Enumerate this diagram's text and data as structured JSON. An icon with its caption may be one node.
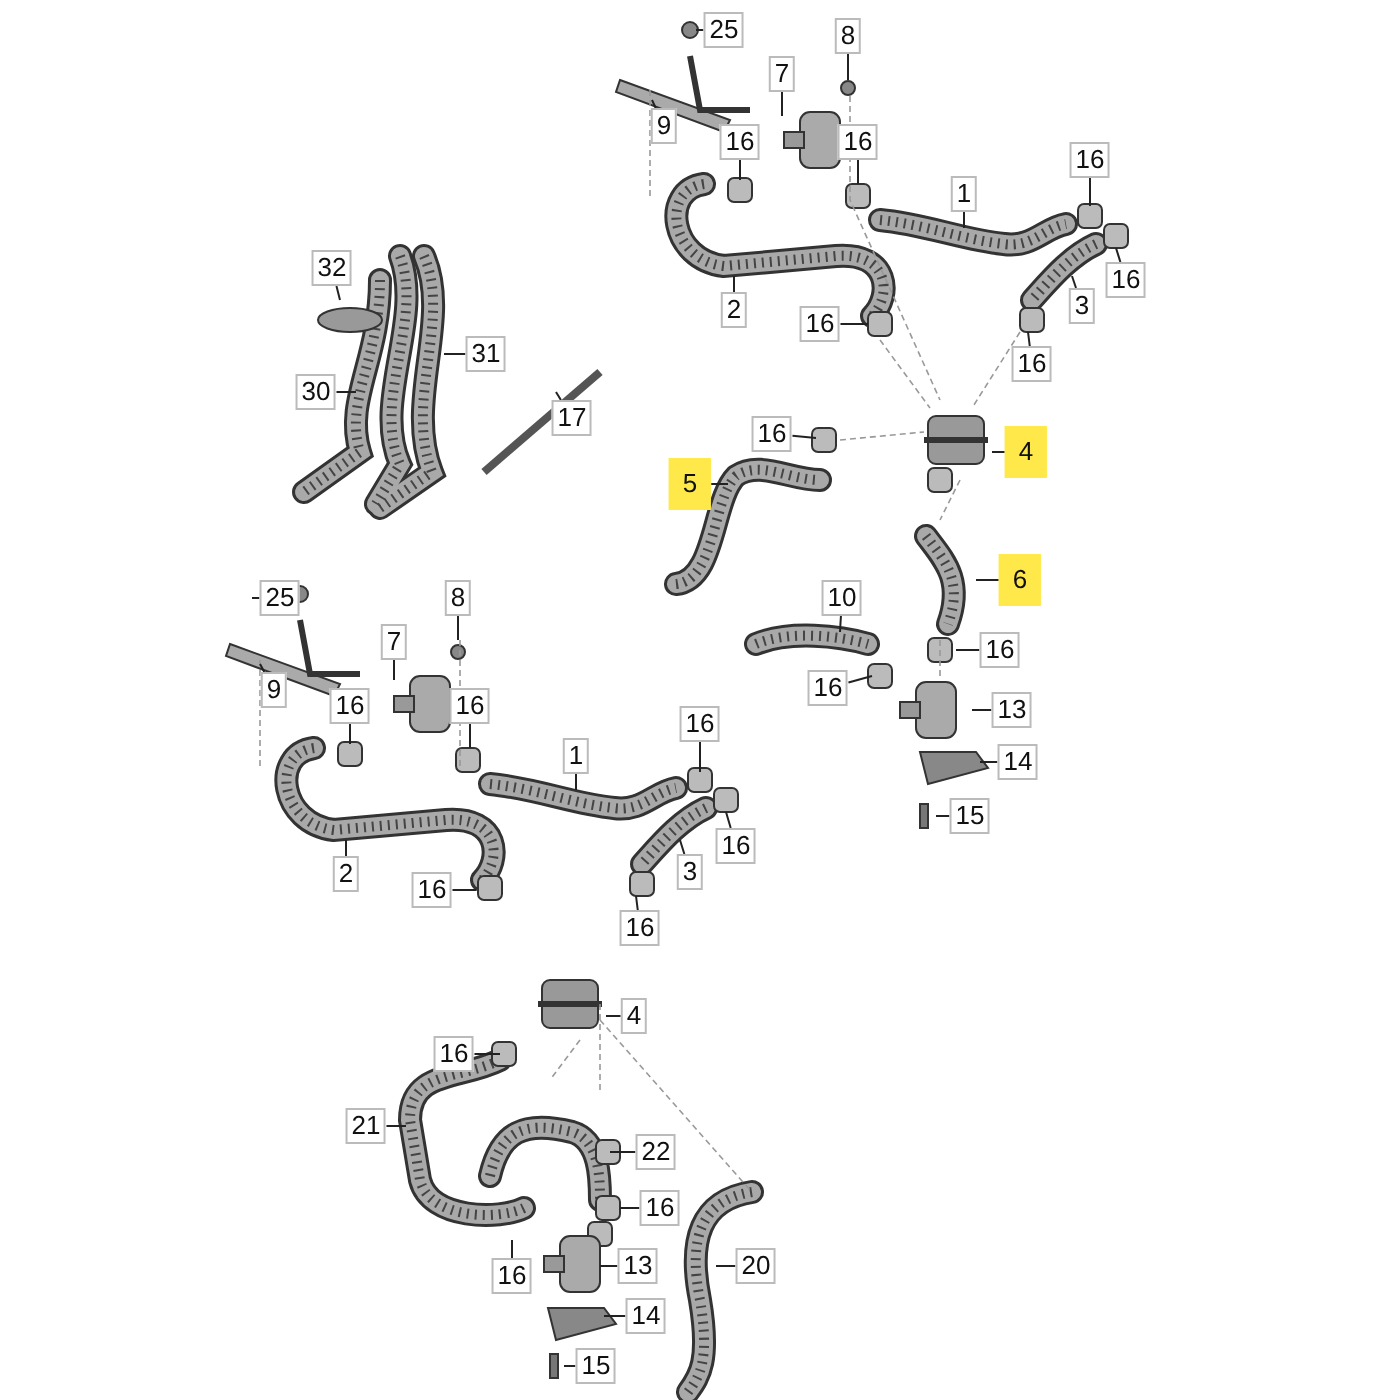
{
  "diagram": {
    "nodes": [
      {
        "text": [
          "25"
        ]
      },
      {
        "text": [
          "8"
        ]
      },
      {
        "text": [
          "7"
        ]
      },
      {
        "text": [
          "9"
        ]
      },
      {
        "text": [
          "16"
        ]
      },
      {
        "text": [
          "16"
        ]
      },
      {
        "text": [
          "1"
        ]
      },
      {
        "text": [
          "16"
        ]
      },
      {
        "text": [
          "2"
        ]
      },
      {
        "text": [
          "3"
        ]
      },
      {
        "text": [
          "16"
        ]
      },
      {
        "text": [
          "16"
        ]
      },
      {
        "text": [
          "16"
        ]
      },
      {
        "text": [
          "32"
        ]
      },
      {
        "text": [
          "31"
        ]
      },
      {
        "text": [
          "30"
        ]
      },
      {
        "text": [
          "17"
        ]
      },
      {
        "text": [
          "16"
        ]
      },
      {
        "text": [
          "4"
        ]
      },
      {
        "text": [
          "5"
        ]
      },
      {
        "text": [
          "6"
        ]
      },
      {
        "text": [
          "10"
        ]
      },
      {
        "text": [
          "16"
        ]
      },
      {
        "text": [
          "16"
        ]
      },
      {
        "text": [
          "13"
        ]
      },
      {
        "text": [
          "14"
        ]
      },
      {
        "text": [
          "15"
        ]
      },
      {
        "text": [
          "25"
        ]
      },
      {
        "text": [
          "8"
        ]
      },
      {
        "text": [
          "7"
        ]
      },
      {
        "text": [
          "9"
        ]
      },
      {
        "text": [
          "16"
        ]
      },
      {
        "text": [
          "16"
        ]
      },
      {
        "text": [
          "1"
        ]
      },
      {
        "text": [
          "16"
        ]
      },
      {
        "text": [
          "2"
        ]
      },
      {
        "text": [
          "3"
        ]
      },
      {
        "text": [
          "16"
        ]
      },
      {
        "text": [
          "16"
        ]
      },
      {
        "text": [
          "16"
        ]
      },
      {
        "text": [
          "4"
        ]
      },
      {
        "text": [
          "16"
        ]
      },
      {
        "text": [
          "21"
        ]
      },
      {
        "text": [
          "22"
        ]
      },
      {
        "text": [
          "16"
        ]
      },
      {
        "text": [
          "20"
        ]
      },
      {
        "text": [
          "13"
        ]
      },
      {
        "text": [
          "16"
        ]
      },
      {
        "text": [
          "14"
        ]
      },
      {
        "text": [
          "15"
        ]
      }
    ],
    "edges": [
      {
        "from": 0,
        "to": null,
        "arrow": "none"
      },
      {
        "from": 1,
        "to": null,
        "arrow": "none"
      },
      {
        "from": 2,
        "to": null,
        "arrow": "none"
      },
      {
        "from": 3,
        "to": null,
        "arrow": "none"
      },
      {
        "from": 4,
        "to": null,
        "arrow": "none"
      },
      {
        "from": 5,
        "to": null,
        "arrow": "none"
      },
      {
        "from": 6,
        "to": null,
        "arrow": "none"
      },
      {
        "from": 7,
        "to": null,
        "arrow": "none"
      },
      {
        "from": 8,
        "to": null,
        "arrow": "none"
      },
      {
        "from": 9,
        "to": null,
        "arrow": "none"
      },
      {
        "from": 10,
        "to": null,
        "arrow": "none"
      },
      {
        "from": 11,
        "to": null,
        "arrow": "none"
      },
      {
        "from": 12,
        "to": null,
        "arrow": "none"
      },
      {
        "from": 13,
        "to": null,
        "arrow": "none"
      },
      {
        "from": 14,
        "to": null,
        "arrow": "none"
      },
      {
        "from": 15,
        "to": null,
        "arrow": "none"
      },
      {
        "from": 16,
        "to": null,
        "arrow": "none"
      },
      {
        "from": 17,
        "to": null,
        "arrow": "none"
      },
      {
        "from": 18,
        "to": null,
        "arrow": "none"
      },
      {
        "from": 19,
        "to": null,
        "arrow": "none"
      },
      {
        "from": 20,
        "to": null,
        "arrow": "none"
      },
      {
        "from": 21,
        "to": null,
        "arrow": "none"
      },
      {
        "from": 22,
        "to": null,
        "arrow": "none"
      },
      {
        "from": 23,
        "to": null,
        "arrow": "none"
      },
      {
        "from": 24,
        "to": null,
        "arrow": "none"
      },
      {
        "from": 25,
        "to": null,
        "arrow": "none"
      },
      {
        "from": 26,
        "to": null,
        "arrow": "none"
      },
      {
        "from": 27,
        "to": null,
        "arrow": "none"
      },
      {
        "from": 28,
        "to": null,
        "arrow": "none"
      },
      {
        "from": 29,
        "to": null,
        "arrow": "none"
      },
      {
        "from": 30,
        "to": null,
        "arrow": "none"
      },
      {
        "from": 31,
        "to": null,
        "arrow": "none"
      },
      {
        "from": 32,
        "to": null,
        "arrow": "none"
      },
      {
        "from": 33,
        "to": null,
        "arrow": "none"
      },
      {
        "from": 34,
        "to": null,
        "arrow": "none"
      },
      {
        "from": 35,
        "to": null,
        "arrow": "none"
      },
      {
        "from": 36,
        "to": null,
        "arrow": "none"
      },
      {
        "from": 37,
        "to": null,
        "arrow": "none"
      },
      {
        "from": 38,
        "to": null,
        "arrow": "none"
      },
      {
        "from": 39,
        "to": null,
        "arrow": "none"
      },
      {
        "from": 40,
        "to": null,
        "arrow": "none"
      },
      {
        "from": 41,
        "to": null,
        "arrow": "none"
      },
      {
        "from": 42,
        "to": null,
        "arrow": "none"
      },
      {
        "from": 43,
        "to": null,
        "arrow": "none"
      },
      {
        "from": 44,
        "to": null,
        "arrow": "none"
      },
      {
        "from": 45,
        "to": null,
        "arrow": "none"
      },
      {
        "from": 46,
        "to": null,
        "arrow": "none"
      },
      {
        "from": 47,
        "to": null,
        "arrow": "none"
      },
      {
        "from": 48,
        "to": null,
        "arrow": "none"
      },
      {
        "from": 49,
        "to": null,
        "arrow": "none"
      }
    ]
  }
}
